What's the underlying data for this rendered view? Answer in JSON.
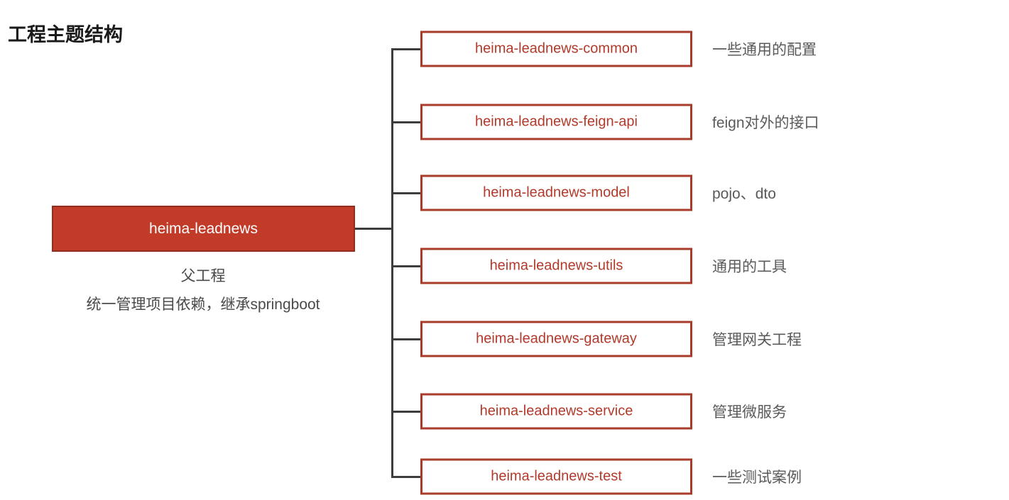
{
  "title": "工程主题结构",
  "root": {
    "label": "heima-leadnews",
    "description_line1": "父工程",
    "description_line2": "统一管理项目依赖，继承springboot"
  },
  "children": [
    {
      "label": "heima-leadnews-common",
      "note": "一些通用的配置"
    },
    {
      "label": "heima-leadnews-feign-api",
      "note": "feign对外的接口"
    },
    {
      "label": "heima-leadnews-model",
      "note": "pojo、dto"
    },
    {
      "label": "heima-leadnews-utils",
      "note": "通用的工具"
    },
    {
      "label": "heima-leadnews-gateway",
      "note": "管理网关工程"
    },
    {
      "label": "heima-leadnews-service",
      "note": "管理微服务"
    },
    {
      "label": "heima-leadnews-test",
      "note": "一些测试案例"
    }
  ],
  "colors": {
    "title_text": "#1a1a1a",
    "root_fill": "#c23a28",
    "root_border": "#8e2f1f",
    "root_text": "#ffffff",
    "child_border": "#a93b2a",
    "child_text": "#b23a2b",
    "connector": "#3d3d3d",
    "note_text": "#5a5a5a",
    "description_text": "#4a4a4a"
  }
}
